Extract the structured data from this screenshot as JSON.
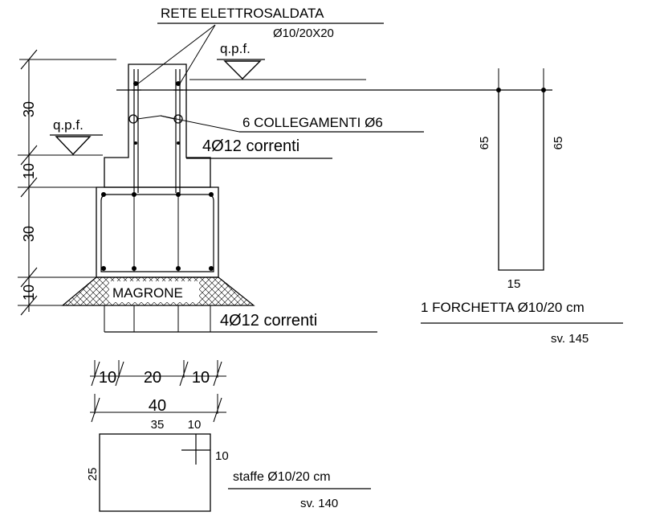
{
  "labels": {
    "rete_title": "RETE ELETTROSALDATA",
    "rete_spec": "Ø10/20X20",
    "qpf_upper": "q.p.f.",
    "qpf_lower": "q.p.f.",
    "collegamenti": "6 COLLEGAMENTI Ø6",
    "correnti_upper": "4Ø12 correnti",
    "correnti_lower": "4Ø12 correnti",
    "magrone": "MAGRONE",
    "forchetta_left_dim": "65",
    "forchetta_right_dim": "65",
    "forchetta_bottom_dim": "15",
    "forchetta_title": "1 FORCHETTA Ø10/20 cm",
    "forchetta_sv": "sv. 145",
    "staffe_title": "staffe Ø10/20 cm",
    "staffe_sv": "sv. 140",
    "staffe_width": "35",
    "staffe_hook": "10",
    "staffe_hook_side": "10",
    "staffe_height": "25"
  },
  "dims_vertical": [
    "30",
    "10",
    "30",
    "10"
  ],
  "dims_horizontal": [
    "10",
    "20",
    "10"
  ],
  "dim_total": "40",
  "colors": {
    "ink": "#000000",
    "hatch": "#000000",
    "background": "#ffffff"
  }
}
